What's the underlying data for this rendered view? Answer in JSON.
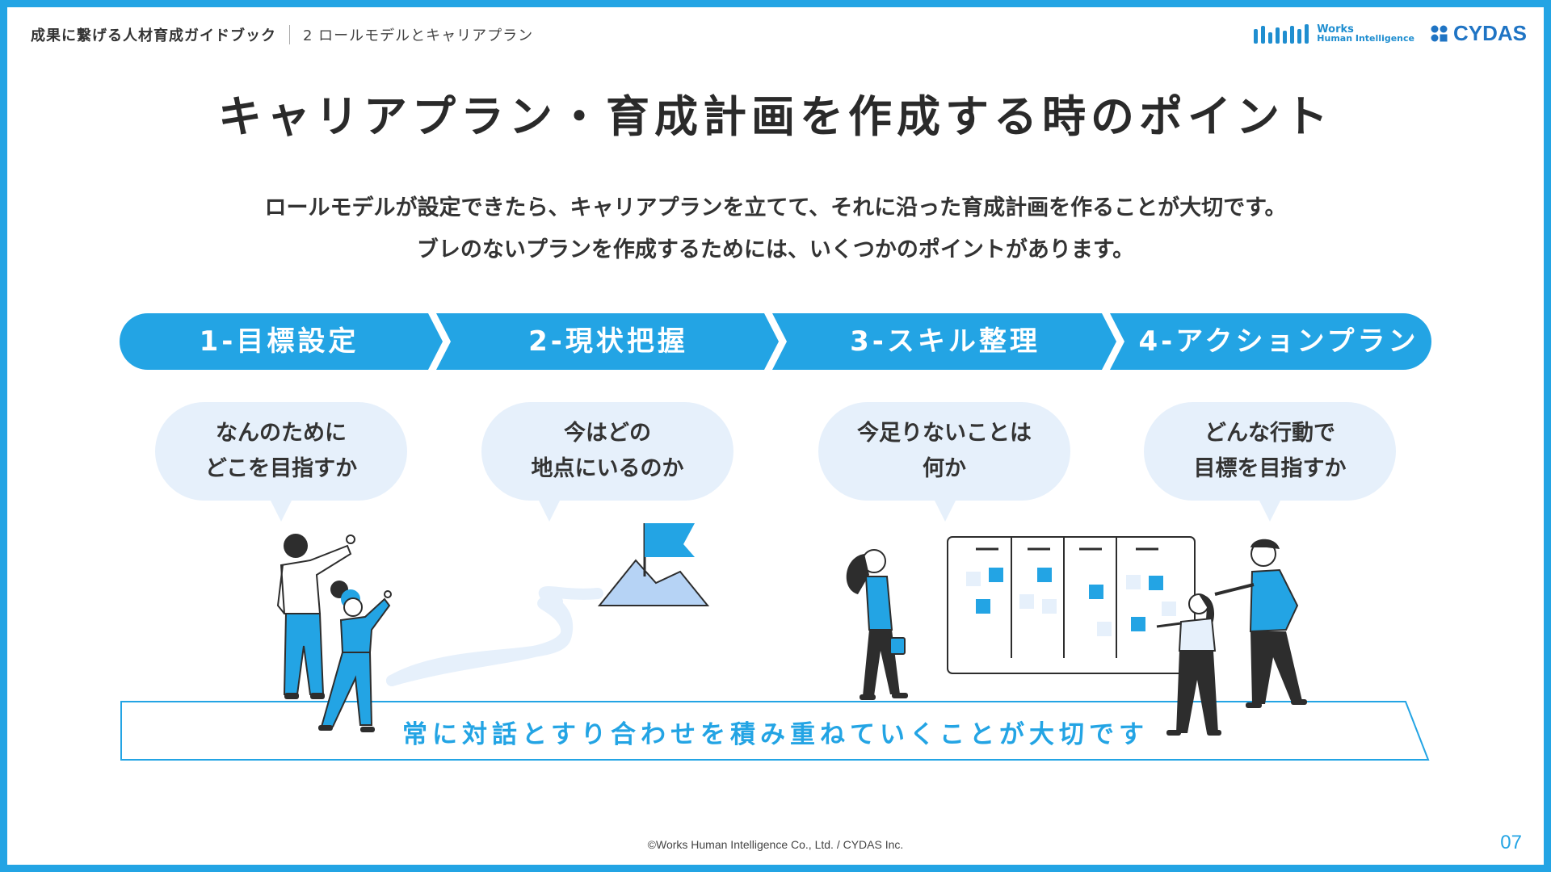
{
  "header": {
    "book_title": "成果に繋げる人材育成ガイドブック",
    "chapter": "2 ロールモデルとキャリアプラン"
  },
  "logos": {
    "works_line1": "Works",
    "works_line2": "Human Intelligence",
    "cydas": "CYDAS"
  },
  "title": "キャリアプラン・育成計画を作成する時のポイント",
  "intro": {
    "line1": "ロールモデルが設定できたら、キャリアプランを立てて、それに沿った育成計画を作ることが大切です。",
    "line2": "ブレのないプランを作成するためには、いくつかのポイントがあります。"
  },
  "steps": [
    {
      "label": "1-目標設定"
    },
    {
      "label": "2-現状把握"
    },
    {
      "label": "3-スキル整理"
    },
    {
      "label": "4-アクションプラン"
    }
  ],
  "bubbles": [
    {
      "line1": "なんのために",
      "line2": "どこを目指すか"
    },
    {
      "line1": "今はどの",
      "line2": "地点にいるのか"
    },
    {
      "line1": "今足りないことは",
      "line2": "何か"
    },
    {
      "line1": "どんな行動で",
      "line2": "目標を目指すか"
    }
  ],
  "banner": "常に対話とすり合わせを積み重ねていくことが大切です",
  "footer": "©Works Human Intelligence Co., Ltd. / CYDAS Inc.",
  "page_number": "07",
  "colors": {
    "accent": "#23a4e4",
    "bubble_bg": "#e6f0fb",
    "text": "#333333",
    "figure_dark": "#2d2d2d"
  }
}
